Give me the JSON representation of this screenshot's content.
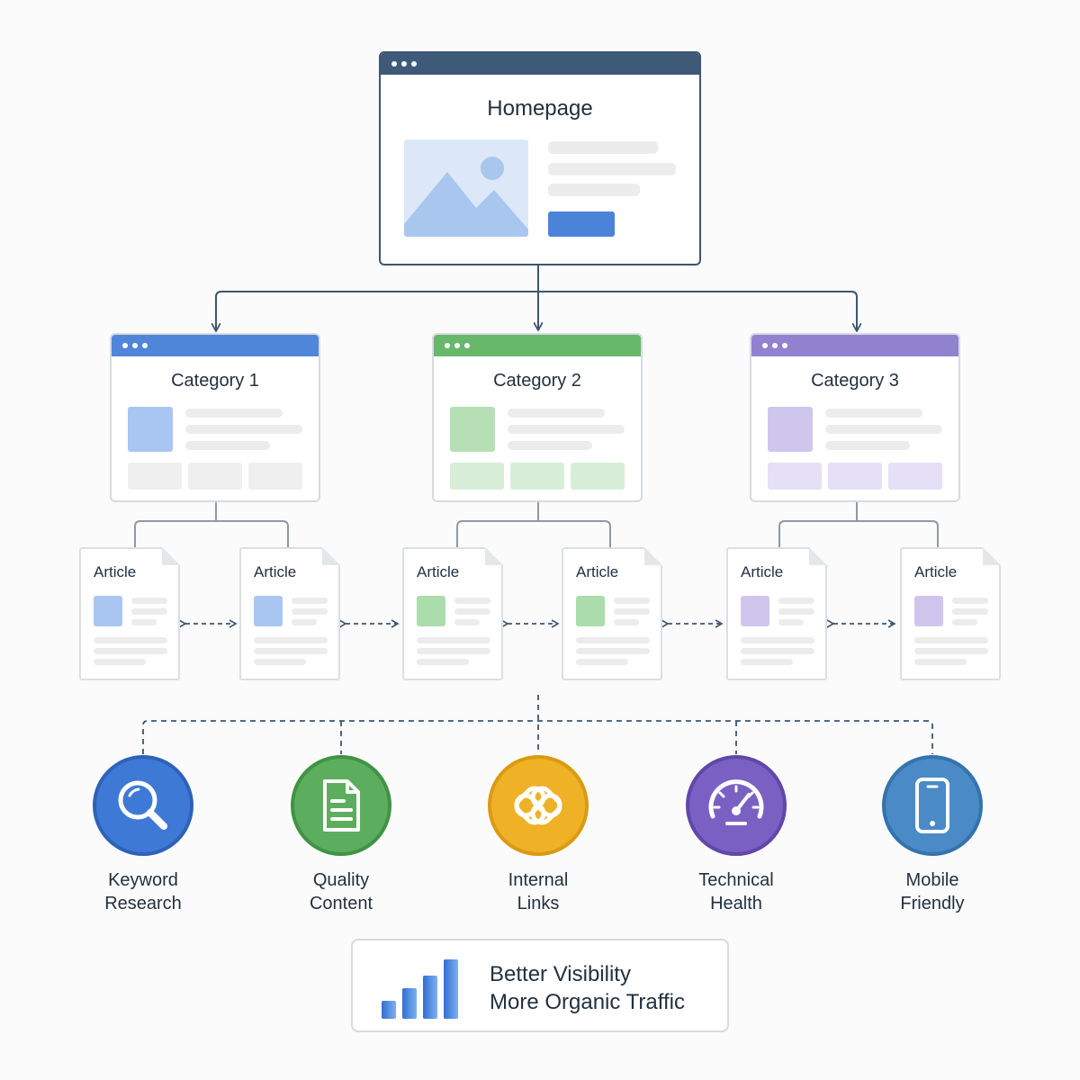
{
  "homepage": {
    "title": "Homepage"
  },
  "categories": [
    {
      "title": "Category 1",
      "color": "#4f86d9",
      "light": "#a9c6f2",
      "pale": "#efefef"
    },
    {
      "title": "Category 2",
      "color": "#67b86b",
      "light": "#b6dfb6",
      "pale": "#d8eed8"
    },
    {
      "title": "Category 3",
      "color": "#9082cf",
      "light": "#cfc6ee",
      "pale": "#e6e0f6"
    }
  ],
  "articles": [
    {
      "title": "Article",
      "color": "#a9c6f2"
    },
    {
      "title": "Article",
      "color": "#a9c6f2"
    },
    {
      "title": "Article",
      "color": "#abdcab"
    },
    {
      "title": "Article",
      "color": "#abdcab"
    },
    {
      "title": "Article",
      "color": "#cfc6ee"
    },
    {
      "title": "Article",
      "color": "#cfc6ee"
    }
  ],
  "factors": [
    {
      "line1": "Keyword",
      "line2": "Research",
      "icon": "magnifier-icon",
      "color": "#3f79d6"
    },
    {
      "line1": "Quality",
      "line2": "Content",
      "icon": "document-icon",
      "color": "#5cae5e"
    },
    {
      "line1": "Internal",
      "line2": "Links",
      "icon": "chain-link-icon",
      "color": "#efb125"
    },
    {
      "line1": "Technical",
      "line2": "Health",
      "icon": "speedometer-icon",
      "color": "#7a60c2"
    },
    {
      "line1": "Mobile",
      "line2": "Friendly",
      "icon": "smartphone-icon",
      "color": "#4a8ac6"
    }
  ],
  "result": {
    "line1": "Better Visibility",
    "line2": "More Organic Traffic"
  }
}
